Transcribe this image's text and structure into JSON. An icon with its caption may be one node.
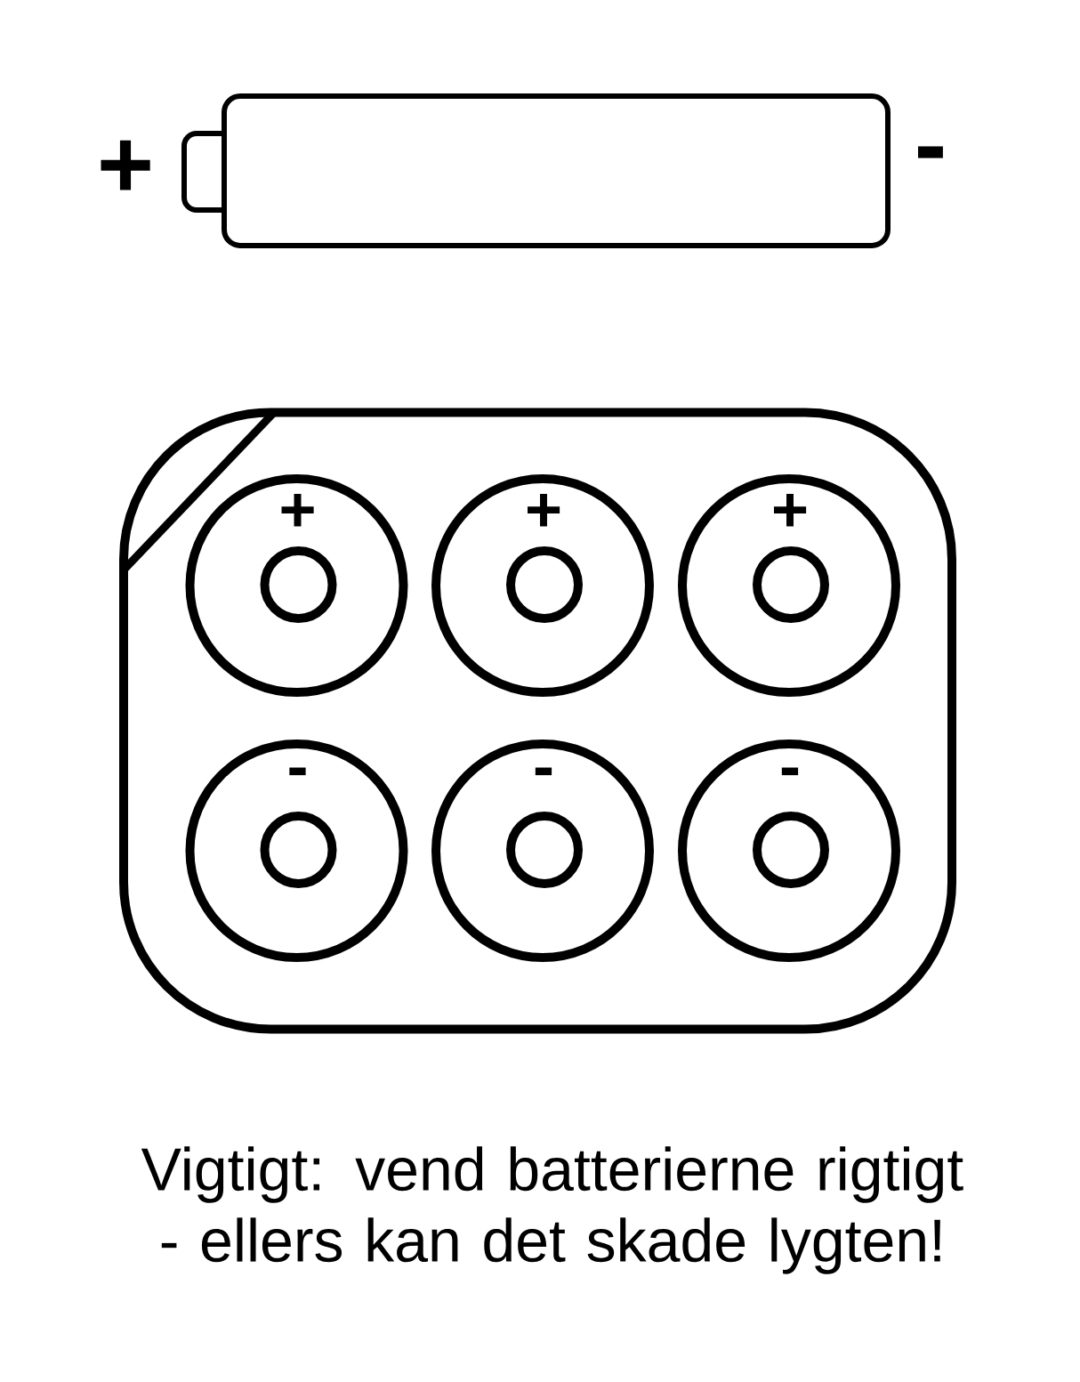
{
  "diagram": {
    "caption": "Vigtigt: vend batterierne rigtigt - ellers kan det skade lygten!",
    "nodes": [
      {
        "text": [],
        "shape": "box"
      },
      {
        "text": [
          "+"
        ],
        "in": 0
      },
      {
        "text": [
          "+"
        ],
        "in": 0
      },
      {
        "text": [
          "+"
        ],
        "in": 0
      },
      {
        "text": [
          "-"
        ],
        "in": 0
      },
      {
        "text": [
          "-"
        ],
        "in": 0
      },
      {
        "text": [
          "-"
        ],
        "in": 0
      }
    ],
    "labels": [
      "+",
      "-"
    ]
  }
}
